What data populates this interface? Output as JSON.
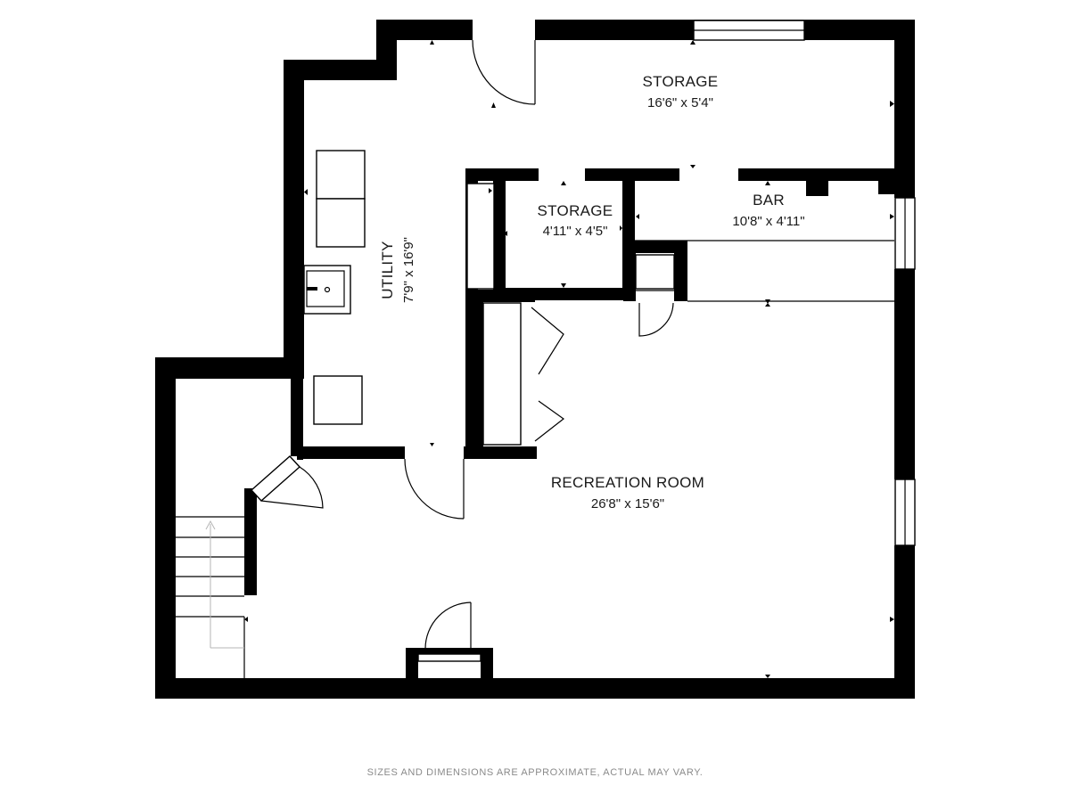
{
  "rooms": {
    "storage_top": {
      "name": "STORAGE",
      "dims": "16'6\" x 5'4\""
    },
    "storage_small": {
      "name": "STORAGE",
      "dims": "4'11\" x 4'5\""
    },
    "bar": {
      "name": "BAR",
      "dims": "10'8\" x 4'11\""
    },
    "utility": {
      "name": "UTILITY",
      "dims": "7'9\" x 16'9\""
    },
    "recreation": {
      "name": "RECREATION ROOM",
      "dims": "26'8\" x 15'6\""
    }
  },
  "disclaimer": "SIZES AND DIMENSIONS ARE APPROXIMATE, ACTUAL MAY VARY.",
  "colors": {
    "wall": "#000000",
    "background": "#ffffff",
    "text": "#1a1a1a",
    "disclaimer": "#8a8a8a"
  }
}
